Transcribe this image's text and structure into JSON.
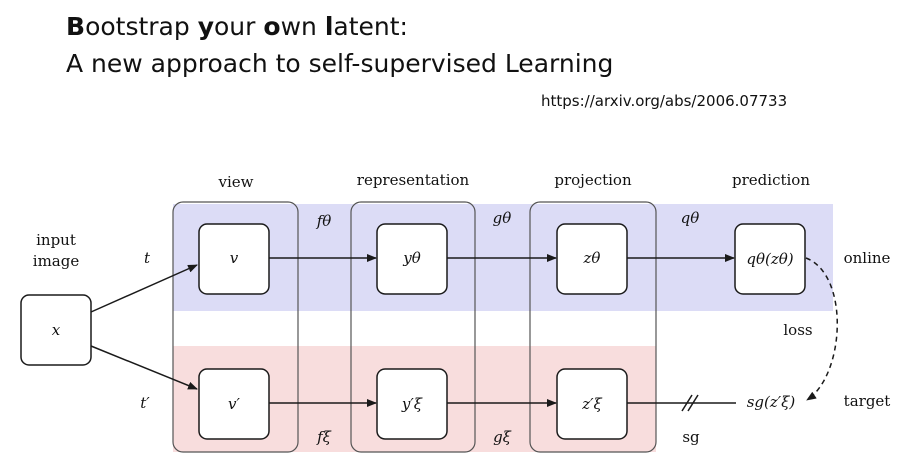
{
  "title": {
    "line1": [
      {
        "b": "B",
        "r": "ootstrap "
      },
      {
        "b": "y",
        "r": "our "
      },
      {
        "b": "o",
        "r": "wn "
      },
      {
        "b": "l",
        "r": "atent:"
      }
    ],
    "line2": "A new approach to self-supervised Learning"
  },
  "url": "https://arxiv.org/abs/2006.07733",
  "diagram": {
    "columns": {
      "view": "view",
      "representation": "representation",
      "projection": "projection",
      "prediction": "prediction"
    },
    "input_label_1": "input",
    "input_label_2": "image",
    "input_node": "x",
    "t_online": "t",
    "t_target": "t′",
    "online_nodes": {
      "v": "v",
      "y": "yθ",
      "z": "zθ",
      "q": "qθ(zθ)"
    },
    "target_nodes": {
      "v": "v′",
      "y": "y′ξ",
      "z": "z′ξ",
      "sg": "sg(z′ξ)"
    },
    "edge_labels": {
      "f_theta": "fθ",
      "g_theta": "gθ",
      "q_theta": "qθ",
      "f_xi": "fξ",
      "g_xi": "gξ",
      "sg": "sg"
    },
    "branch_labels": {
      "online": "online",
      "target": "target"
    },
    "loss": "loss",
    "colors": {
      "online_band": "#dcdcf6",
      "target_band": "#f8dddd",
      "stroke": "#1a1a1a",
      "frame": "#555555"
    }
  }
}
